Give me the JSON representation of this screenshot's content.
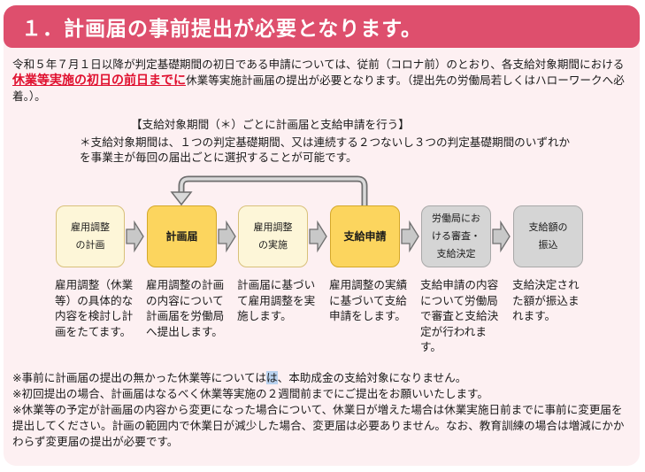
{
  "header": {
    "title": "１．計画届の事前提出が必要となります。"
  },
  "intro": {
    "part1": "令和５年７月１日以降が判定基礎期間の初日である申請については、従前（コロナ前）のとおり、各支給対象期間における",
    "highlight": "休業等実施の初日の前日までに",
    "part2": "休業等実施計画届の提出が必要となります。（提出先の労働局若しくはハローワークへ必着。）。"
  },
  "subheading": "【支給対象期間（＊）ごとに計画届と支給申請を行う】",
  "footnote": "＊支給対象期間は、１つの判定基礎期間、又は連続する２つないし３つの判定基礎期間のいずれかを事業主が毎回の届出ごとに選択することが可能です。",
  "flow": {
    "steps": [
      {
        "label_lines": [
          "雇用調整",
          "の計画"
        ],
        "desc": "雇用調整（休業等）の具体的な内容を検討し計画をたてます。"
      },
      {
        "label_lines": [
          "計画届"
        ],
        "desc": "雇用調整の計画の内容について計画届を労働局へ提出します。"
      },
      {
        "label_lines": [
          "雇用調整",
          "の実施"
        ],
        "desc": "計画届に基づいて雇用調整を実施します。"
      },
      {
        "label_lines": [
          "支給申請"
        ],
        "desc": "雇用調整の実績に基づいて支給申請をします。"
      },
      {
        "label_lines": [
          "労働局にお",
          "ける審査・",
          "支給決定"
        ],
        "desc": "支給申請の内容について労働局で審査と支給決定が行われます。"
      },
      {
        "label_lines": [
          "支給額の",
          "振込"
        ],
        "desc": "支給決定された額が振込まれます。"
      }
    ]
  },
  "notes": {
    "note1_before": "※事前に計画届の提出の無かった休業等については",
    "note1_mark": "は",
    "note1_after": "、本助成金の支給対象になりません。",
    "note2": "※初回提出の場合、計画届はなるべく休業等実施の２週間前までにご提出をお願いいたします。",
    "note3": "※休業等の予定が計画届の内容から変更になった場合について、休業日が増えた場合は休業実施日前までに事前に変更届を提出してください。計画の範囲内で休業日が減少した場合、変更届は必要ありません。なお、教育訓練の場合は増減にかかわらず変更届の提出が必要です。"
  },
  "colors": {
    "header_bg": "#de4f6d",
    "panel_bg": "#fdf0f2",
    "highlight_text": "#e0102f",
    "yellow_box": "#fcd55e",
    "cream_box": "#fdf6d8",
    "gray_box": "#d5d5d5"
  },
  "icons": {
    "flow_arrow": "right-arrow-icon",
    "return_arrow": "loop-arrow-icon"
  }
}
